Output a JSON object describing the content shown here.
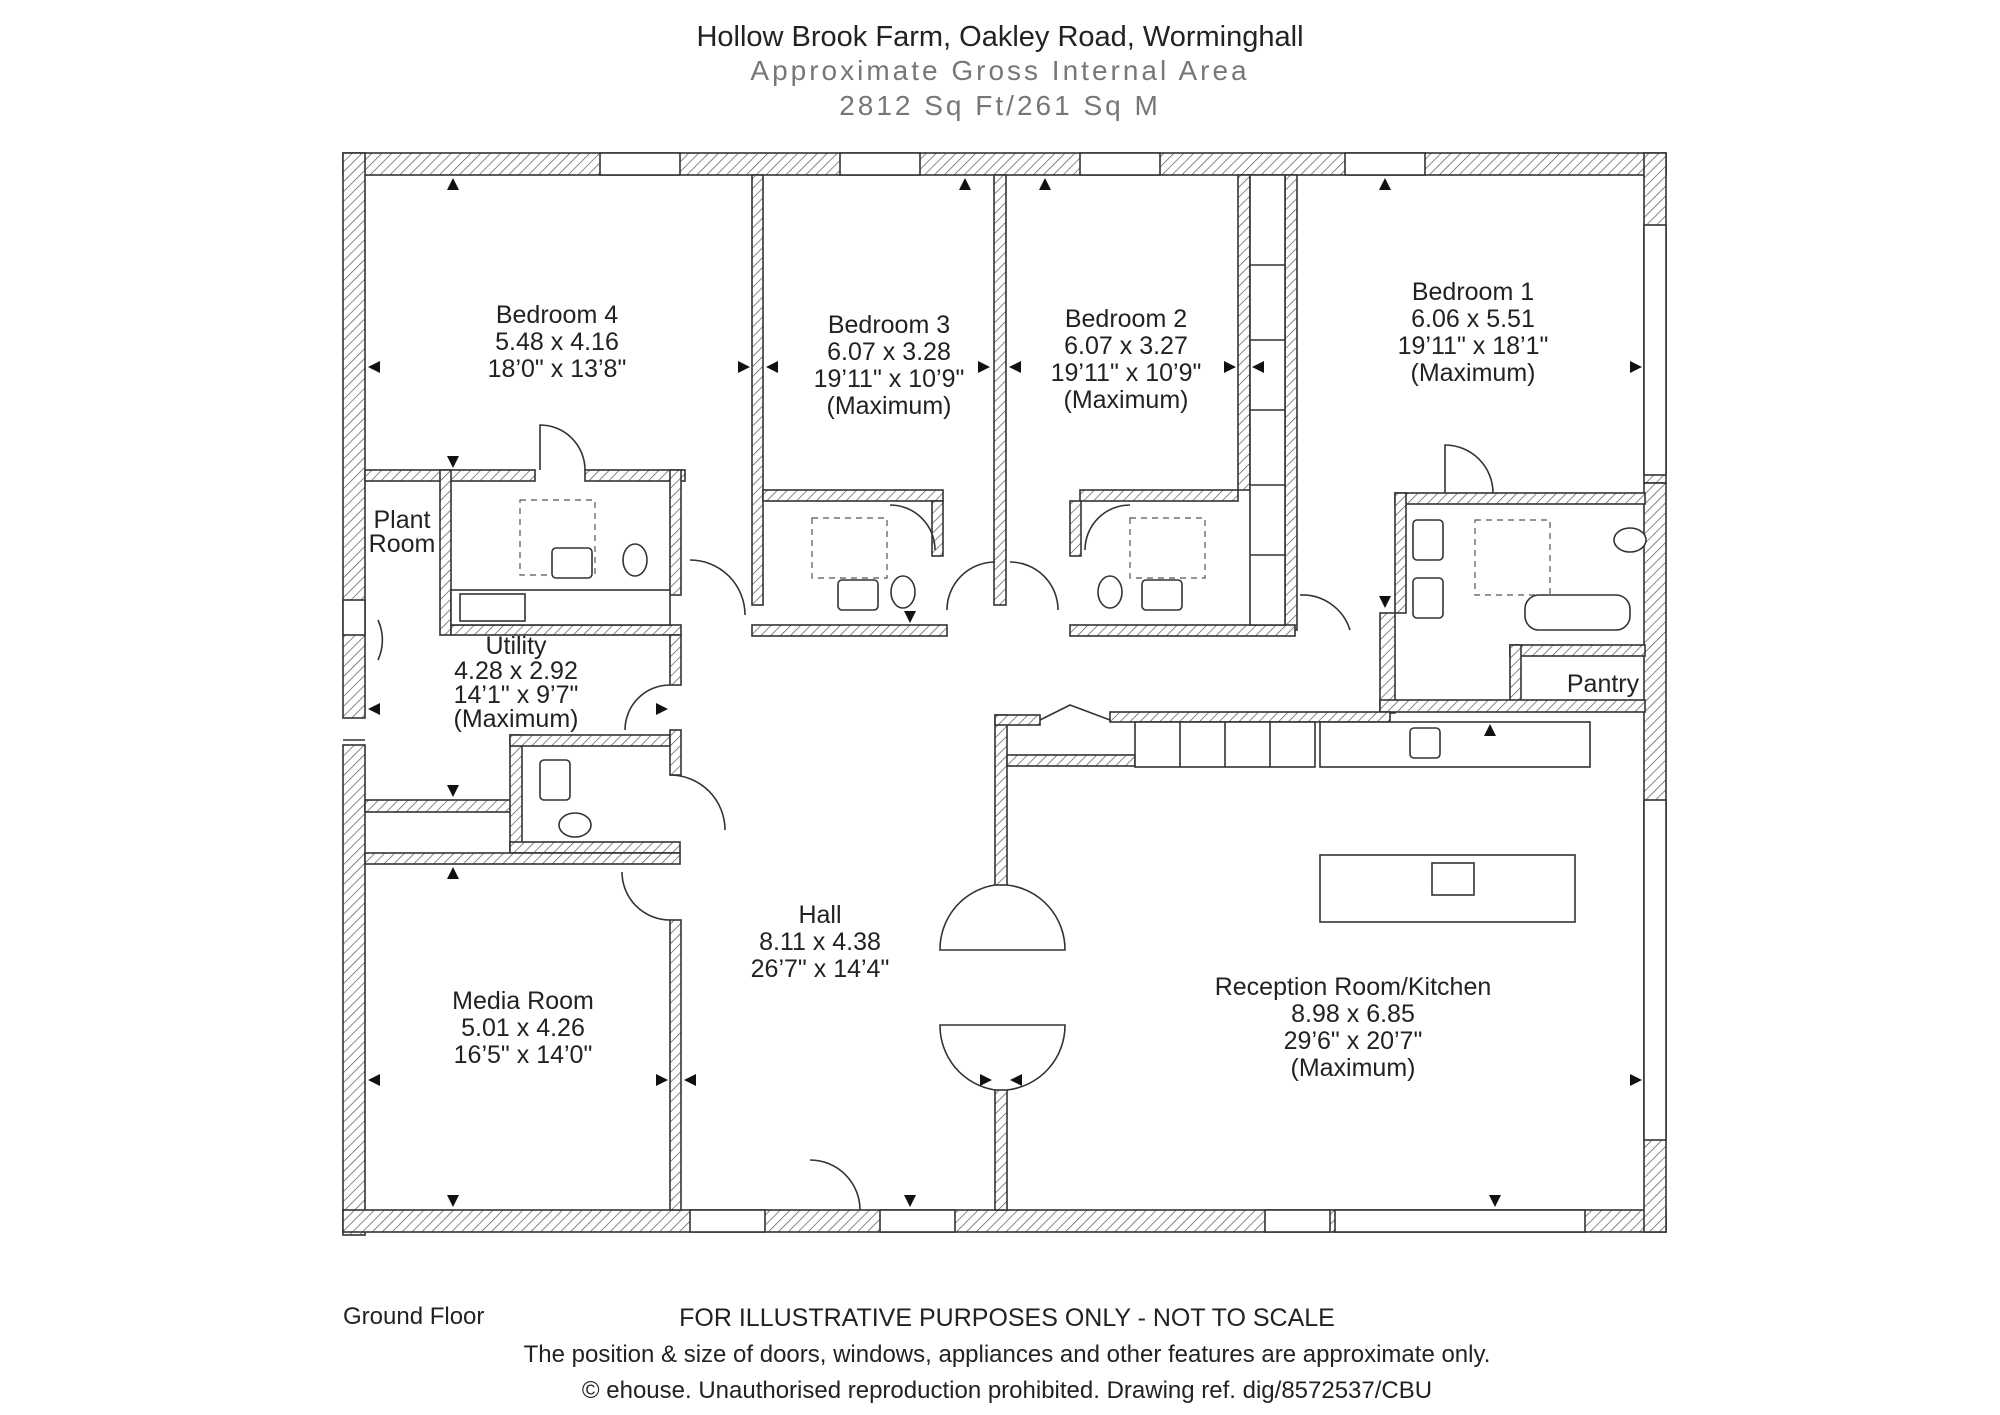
{
  "header": {
    "title": "Hollow Brook Farm, Oakley Road, Worminghall",
    "subtitle": "Approximate Gross Internal Area",
    "area": "2812 Sq Ft/261 Sq M"
  },
  "rooms": {
    "bedroom4": {
      "name": "Bedroom 4",
      "metric": "5.48 x 4.16",
      "imperial": "18’0\" x 13’8\""
    },
    "bedroom3": {
      "name": "Bedroom 3",
      "metric": "6.07 x 3.28",
      "imperial": "19’11\" x 10’9\"",
      "note": "(Maximum)"
    },
    "bedroom2": {
      "name": "Bedroom 2",
      "metric": "6.07 x 3.27",
      "imperial": "19’11\" x 10’9\"",
      "note": "(Maximum)"
    },
    "bedroom1": {
      "name": "Bedroom 1",
      "metric": "6.06 x 5.51",
      "imperial": "19’11\" x 18’1\"",
      "note": "(Maximum)"
    },
    "plant_room": {
      "line1": "Plant",
      "line2": "Room"
    },
    "utility": {
      "name": "Utility",
      "metric": "4.28 x 2.92",
      "imperial": "14’1\" x 9’7\"",
      "note": "(Maximum)"
    },
    "pantry": {
      "name": "Pantry"
    },
    "hall": {
      "name": "Hall",
      "metric": "8.11 x 4.38",
      "imperial": "26’7\" x 14’4\""
    },
    "media_room": {
      "name": "Media Room",
      "metric": "5.01 x 4.26",
      "imperial": "16’5\" x 14’0\""
    },
    "reception": {
      "name": "Reception Room/Kitchen",
      "metric": "8.98 x 6.85",
      "imperial": "29’6\" x 20’7\"",
      "note": "(Maximum)"
    }
  },
  "footer": {
    "floor": "Ground Floor",
    "disclaimer": "FOR ILLUSTRATIVE PURPOSES ONLY - NOT TO SCALE",
    "note": "The position & size of doors, windows, appliances and other features are approximate only.",
    "copyright": "© ehouse. Unauthorised reproduction prohibited. Drawing ref. dig/8572537/CBU"
  },
  "colors": {
    "ink": "#222222",
    "subtitle": "#777777",
    "wall_hatch": "#555555"
  }
}
